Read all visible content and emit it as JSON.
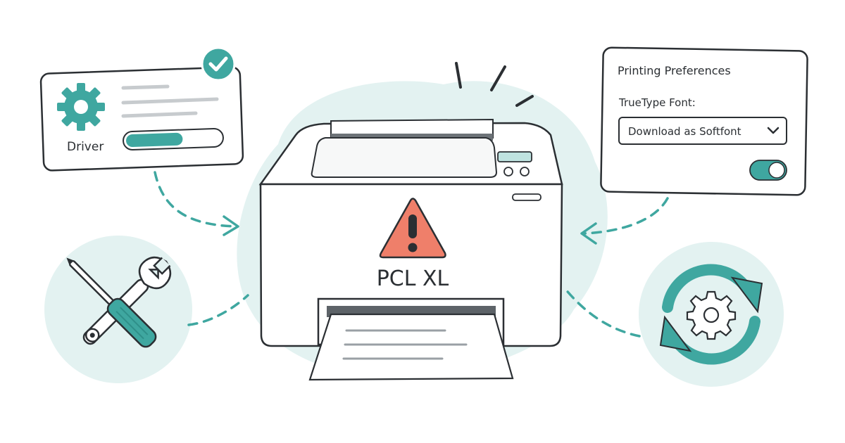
{
  "driver_card": {
    "label": "Driver",
    "progress": 0.6,
    "status": "check-icon"
  },
  "printer": {
    "warning_icon": "warning-triangle-icon",
    "label": "PCL XL"
  },
  "preferences_panel": {
    "title": "Printing Preferences",
    "field_label": "TrueType Font:",
    "dropdown_value": "Download as Softfont",
    "toggle_on": true
  },
  "tools_icon": "wrench-screwdriver-icon",
  "refresh_icon": "refresh-gear-icon",
  "colors": {
    "accent": "#3fa7a0",
    "accent_dark": "#2f8f89",
    "blob": "#e3f2f1",
    "warning": "#ef7f6a",
    "ink": "#2b2f33"
  }
}
